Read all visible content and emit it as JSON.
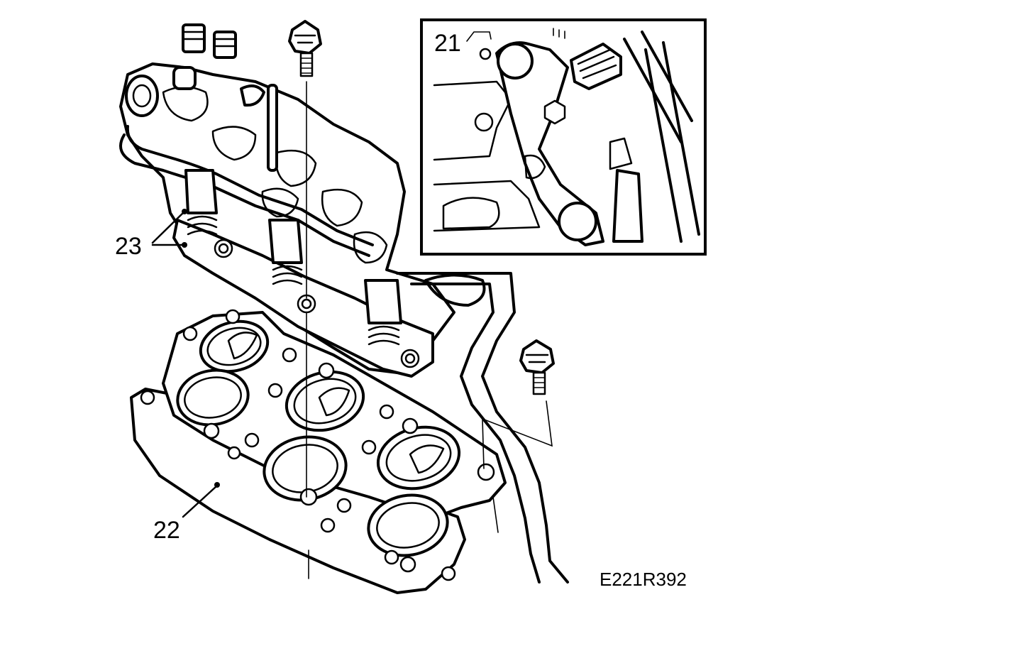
{
  "callouts": {
    "part_21": "21",
    "part_22": "22",
    "part_23": "23"
  },
  "figure_id": "E221R392",
  "colors": {
    "line": "#000000",
    "background": "#ffffff"
  }
}
